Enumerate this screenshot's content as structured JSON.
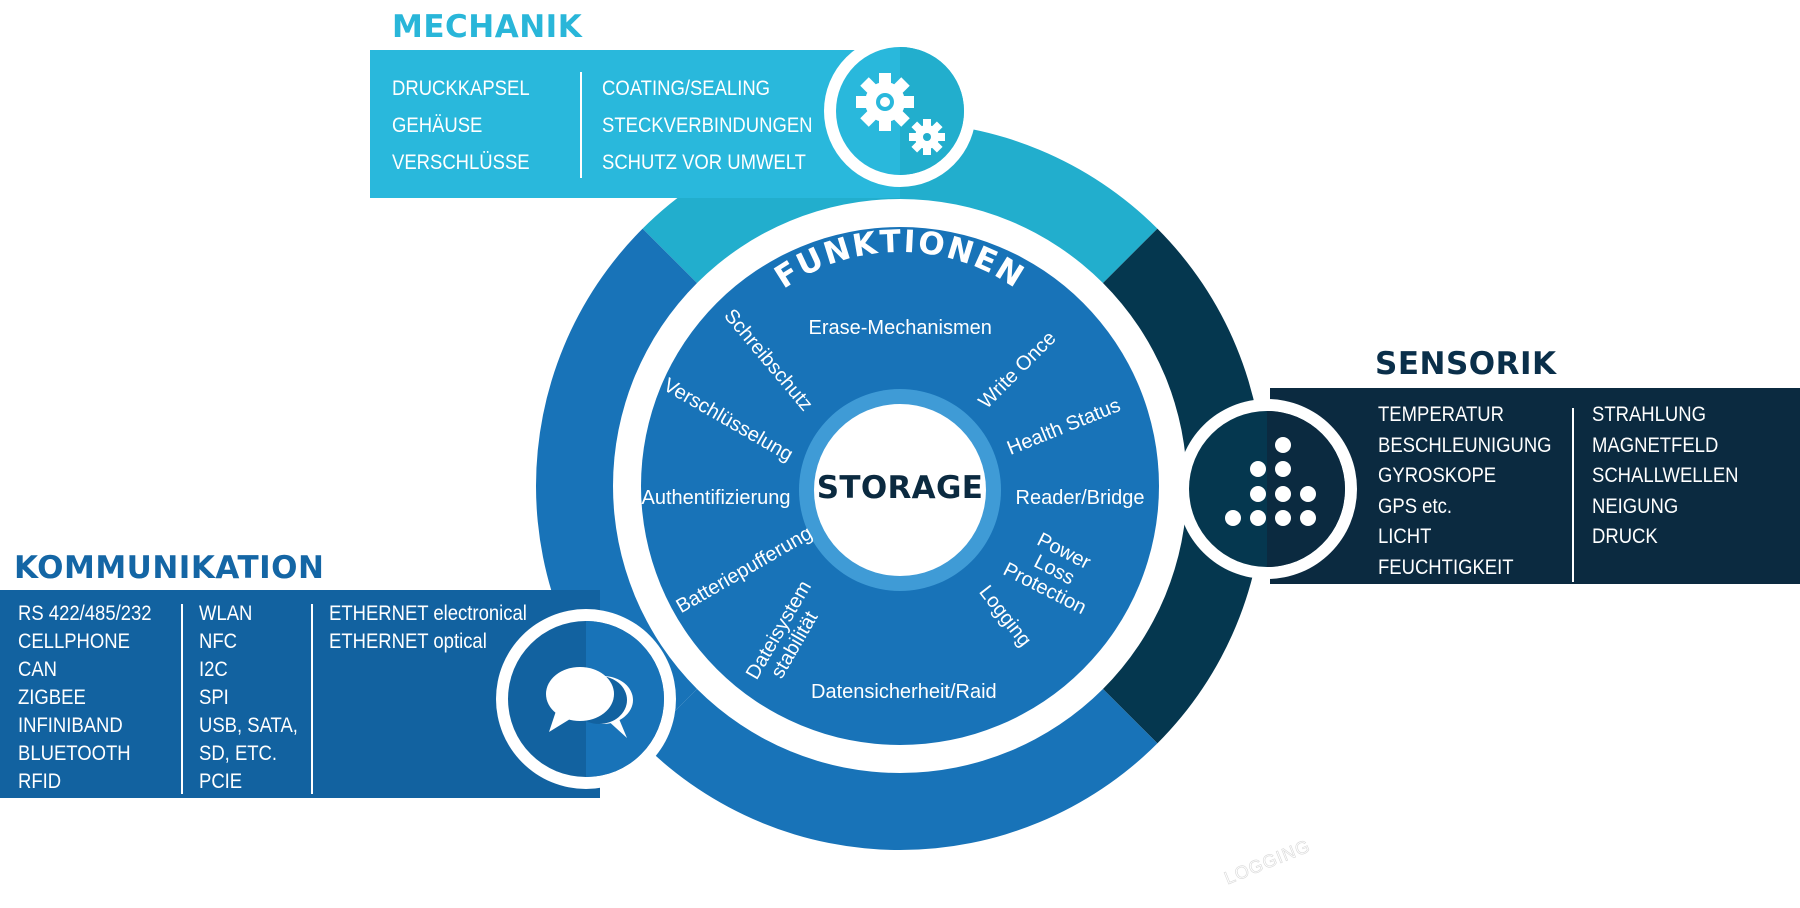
{
  "colors": {
    "mechanik": "#29b8dc",
    "mechanik_ring": "#22aecd",
    "sensorik": "#0b2a40",
    "sensorik_ring": "#05374f",
    "kommunikation": "#1262a0",
    "ring_blue": "#1873b8",
    "inner_blue": "#1873b8",
    "storage_ring": "#3f9bd6",
    "text_dark": "#0b2a40"
  },
  "center": {
    "label": "STORAGE"
  },
  "funktionen": {
    "title": "FUNKTIONEN",
    "items": [
      "Erase-Mechanismen",
      "Write Once",
      "Health Status",
      "Reader/Bridge",
      "Power Loss Protection",
      "Logging",
      "Datensicherheit/Raid",
      "Dateisystem stabilität",
      "Batteriepufferung",
      "Authentifizierung",
      "Verschlüsselung",
      "Schreibschutz"
    ]
  },
  "mechanik": {
    "title": "MECHANIK",
    "icon": "gears-icon",
    "columns": [
      [
        "DRUCKKAPSEL",
        "GEHÄUSE",
        "VERSCHLÜSSE"
      ],
      [
        "COATING/SEALING",
        "STECKVERBINDUNGEN",
        "SCHUTZ VOR UMWELT"
      ]
    ]
  },
  "sensorik": {
    "title": "SENSORIK",
    "icon": "dot-pyramid-icon",
    "columns": [
      [
        "TEMPERATUR",
        "BESCHLEUNIGUNG",
        "GYROSKOPE",
        "GPS etc.",
        "LICHT",
        "FEUCHTIGKEIT"
      ],
      [
        "STRAHLUNG",
        "MAGNETFELD",
        "SCHALLWELLEN",
        "NEIGUNG",
        "DRUCK"
      ]
    ]
  },
  "kommunikation": {
    "title": "KOMMUNIKATION",
    "icon": "chat-bubbles-icon",
    "columns": [
      [
        "RS 422/485/232",
        "CELLPHONE",
        "CAN",
        "ZIGBEE",
        "INFINIBAND",
        "BLUETOOTH",
        "RFID"
      ],
      [
        "WLAN",
        "NFC",
        "I2C",
        "SPI",
        "USB, SATA,",
        "SD, ETC.",
        "PCIE"
      ],
      [
        "ETHERNET electronical",
        "ETHERNET optical"
      ]
    ]
  },
  "watermark": "LOGGING"
}
